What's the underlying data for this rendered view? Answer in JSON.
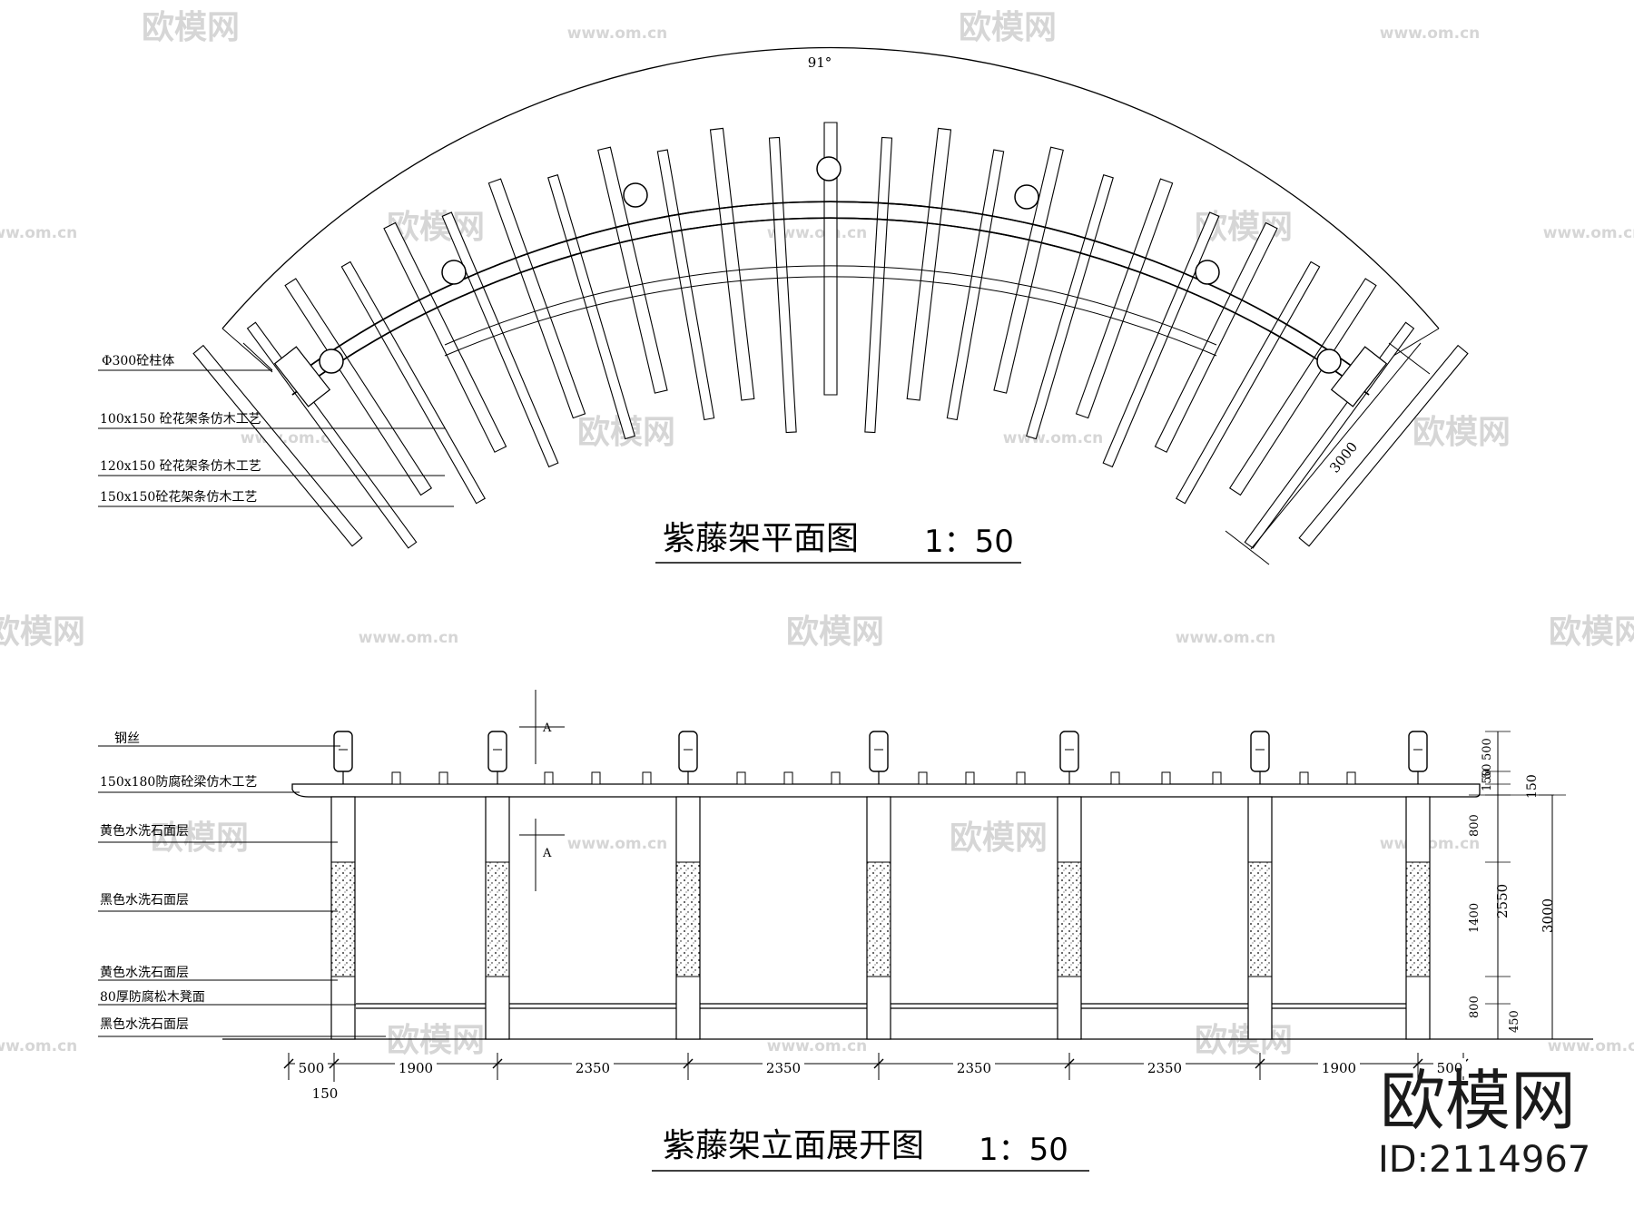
{
  "plan": {
    "title": "紫藤架平面图",
    "scale": "1：50",
    "angle_label": "91°",
    "radius_label": "3000",
    "callouts": [
      "Φ300砼柱体",
      "100x150 砼花架条仿木工艺",
      "120x150 砼花架条仿木工艺",
      "150x150砼花架条仿木工艺"
    ]
  },
  "elevation": {
    "title": "紫藤架立面展开图",
    "scale": "1：50",
    "callouts": [
      "钢丝",
      "150x180防腐砼梁仿木工艺",
      "黄色水洗石面层",
      "黑色水洗石面层",
      "黄色水洗石面层",
      "80厚防腐松木凳面",
      "黑色水洗石面层"
    ],
    "section_mark": "A",
    "horizontal_dims": [
      "500",
      "1900",
      "2350",
      "2350",
      "2350",
      "2350",
      "1900",
      "500"
    ],
    "base_dim": "150",
    "right_dims_inner": [
      "500",
      "50",
      "150",
      "800",
      "1400",
      "800",
      "450"
    ],
    "right_dim_mid": "2550",
    "right_dim_total": "3000",
    "right_dim_150": "150"
  },
  "brand": {
    "name": "欧模网",
    "id": "ID:2114967",
    "watermark_text": "欧模网",
    "watermark_url": "www.om.cn"
  },
  "colors": {
    "line": "#000000",
    "watermark": "#d6d6d6"
  }
}
